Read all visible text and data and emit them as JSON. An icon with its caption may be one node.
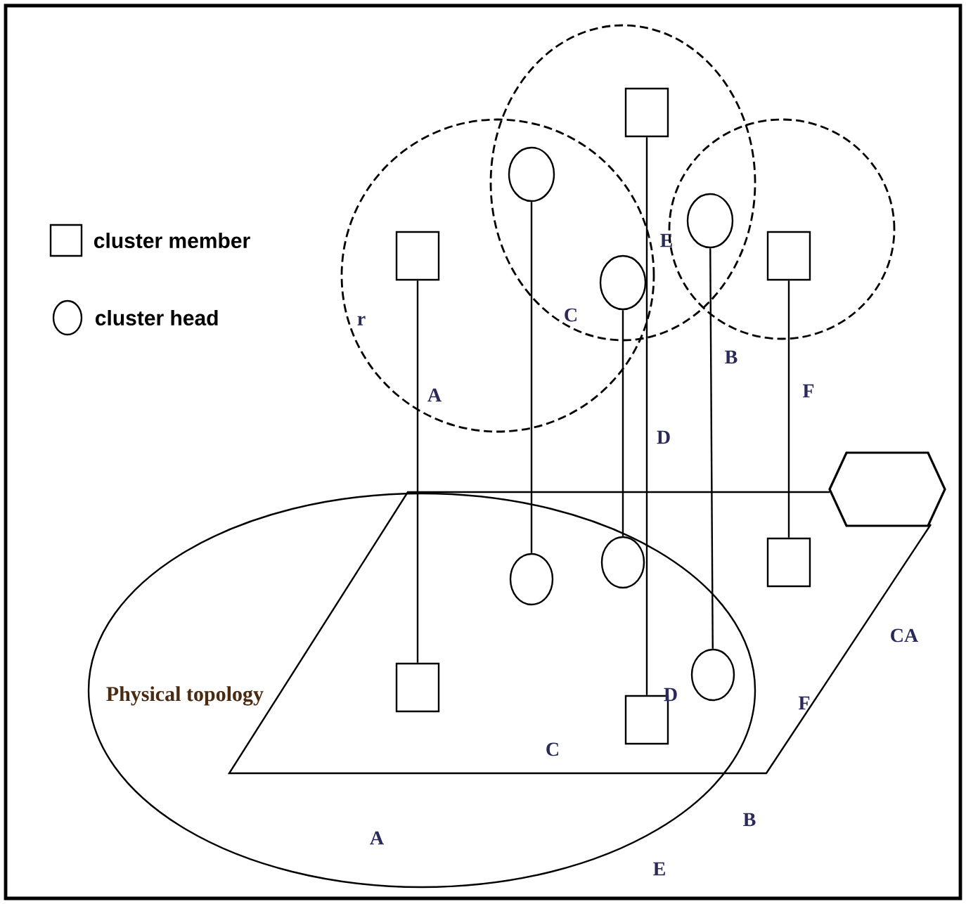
{
  "diagram": {
    "nodes": [
      {
        "text": [],
        "shape": "circle"
      },
      {
        "text": [],
        "shape": "circle"
      },
      {
        "text": [],
        "shape": "circle"
      },
      {
        "text": [],
        "shape": "box",
        "in": 0
      },
      {
        "text": [],
        "shape": "circle"
      },
      {
        "text": [],
        "shape": "box",
        "in": 1
      },
      {
        "text": [],
        "shape": "circle"
      },
      {
        "text": [],
        "shape": "box",
        "in": 2
      },
      {
        "text": [],
        "shape": "circle"
      },
      {
        "text": [
          "Physical topology"
        ]
      },
      {
        "text": [],
        "shape": "hexagon"
      },
      {
        "text": [],
        "shape": "box",
        "in": 9
      },
      {
        "text": [],
        "shape": "circle",
        "in": 9
      },
      {
        "text": [],
        "shape": "circle",
        "in": 9
      },
      {
        "text": [],
        "shape": "box"
      },
      {
        "text": [],
        "shape": "circle",
        "in": 9
      },
      {
        "text": [],
        "shape": "box",
        "in": 9
      }
    ],
    "edges": [
      {
        "from": 3,
        "to": 11,
        "arrow": "none"
      },
      {
        "from": 4,
        "to": 12,
        "arrow": "none"
      },
      {
        "from": 8,
        "to": 13,
        "arrow": "none"
      },
      {
        "from": 5,
        "to": 16,
        "arrow": "none"
      },
      {
        "from": 6,
        "to": 15,
        "arrow": "none"
      },
      {
        "from": 7,
        "to": 14,
        "arrow": "none"
      }
    ],
    "labels": [
      "E",
      "C",
      "r",
      "B",
      "F",
      "A",
      "D",
      "CA",
      "D",
      "F",
      "C",
      "B",
      "A",
      "E"
    ],
    "legend": [
      {
        "text": "cluster member"
      },
      {
        "text": "cluster head"
      }
    ]
  }
}
